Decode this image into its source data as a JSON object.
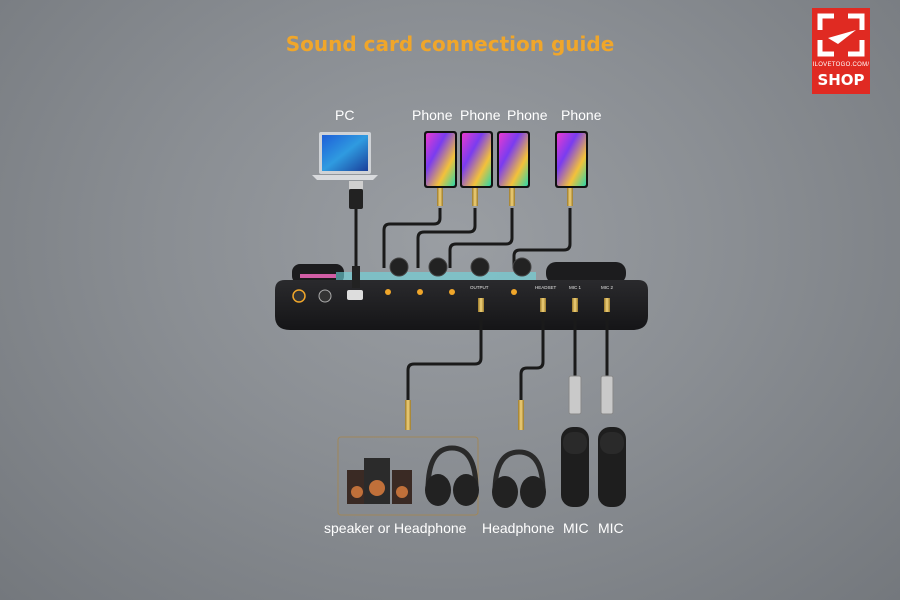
{
  "title": "Sound card connection guide",
  "colors": {
    "accent": "#f0a62a",
    "brand_red": "#e02a22",
    "device_body": "#1f1f21",
    "cable": "#1a1a1a"
  },
  "badge": {
    "icon": "scan-frame-icon",
    "small_text": "ILOVETOGO.COM/",
    "label": "SHOP"
  },
  "top_devices": {
    "pc_label": "PC",
    "phone_labels": [
      "Phone",
      "Phone",
      "Phone",
      "Phone"
    ]
  },
  "device": {
    "port_labels": [
      "OUTPUT",
      "HEADSET",
      "MIC 1",
      "MIC 2"
    ]
  },
  "bottom_labels": {
    "speaker_or_headphone": "speaker or Headphone",
    "headphone": "Headphone",
    "mic1": "MIC",
    "mic2": "MIC"
  }
}
